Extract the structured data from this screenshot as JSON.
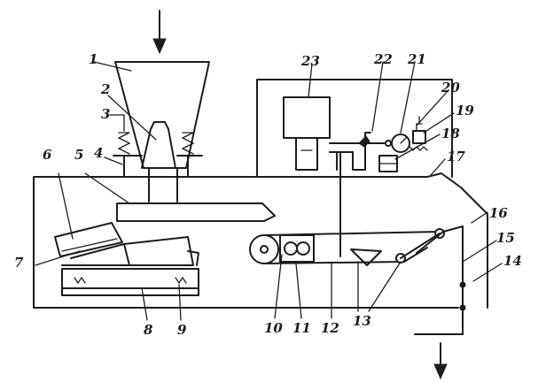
{
  "labels": {
    "l1": "1",
    "l2": "2",
    "l3": "3",
    "l4": "4",
    "l5": "5",
    "l6": "6",
    "l7": "7",
    "l8": "8",
    "l9": "9",
    "l10": "10",
    "l11": "11",
    "l12": "12",
    "l13": "13",
    "l14": "14",
    "l15": "15",
    "l16": "16",
    "l17": "17",
    "l18": "18",
    "l19": "19",
    "l20": "20",
    "l21": "21",
    "l22": "22",
    "l23": "23"
  },
  "colors": {
    "ink": "#1c1c1c",
    "paper": "#ffffff"
  }
}
